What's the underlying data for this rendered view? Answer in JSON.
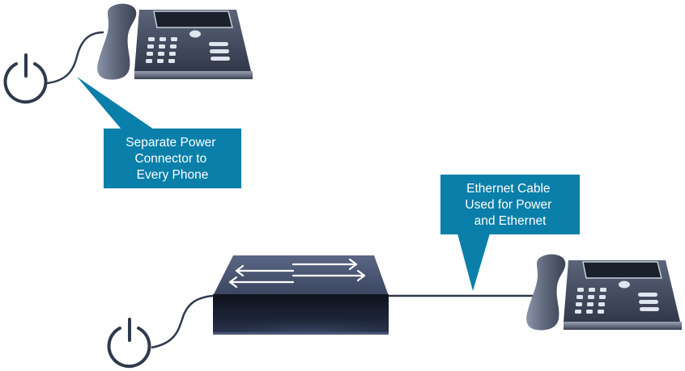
{
  "colors": {
    "callout_fill": "#0a7fa9",
    "power_icon": "#2e3a4c",
    "cable": "#2e3a4c",
    "device_dark": "#1e2533",
    "device_top": "#3c4760",
    "phone_body": "#3d4558",
    "phone_screen": "#1a202c",
    "key": "#dfe5ee"
  },
  "icons": {
    "top_power": "power-icon",
    "bottom_power": "power-icon",
    "top_phone": "ip-phone-icon",
    "bottom_phone": "ip-phone-icon",
    "switch": "network-switch-icon"
  },
  "callouts": {
    "separate_power": {
      "lines": [
        "Separate Power",
        "Connector to",
        "Every Phone"
      ]
    },
    "ethernet_power": {
      "lines": [
        "Ethernet Cable",
        "Used for Power",
        "and Ethernet"
      ]
    }
  }
}
